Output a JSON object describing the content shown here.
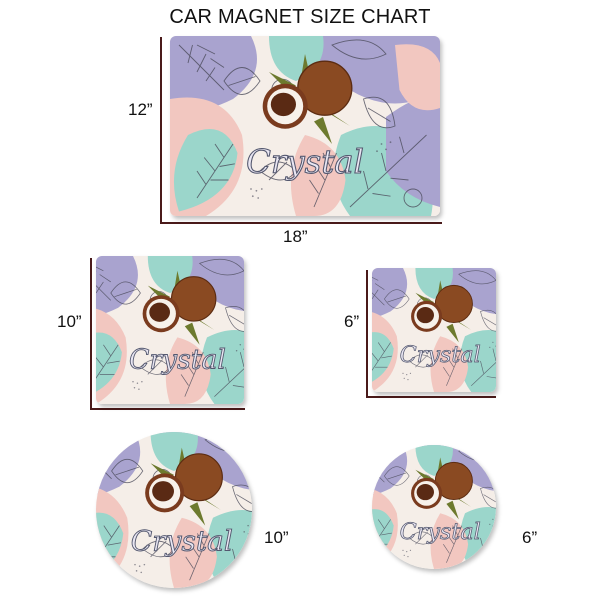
{
  "title": "CAR MAGNET SIZE CHART",
  "design": {
    "name_text": "Crystal",
    "motif": "coconut-tropical-leaves",
    "colors": {
      "lavender": "#a9a3cf",
      "mint": "#9bd6cb",
      "blush": "#f2c7c0",
      "cream": "#f5eee8",
      "coconut_brown": "#7a3b1e",
      "leaf_green": "#6d7a2e",
      "line": "#4b4b5a",
      "dimension_line": "#4a1a1a"
    }
  },
  "magnets": [
    {
      "shape": "rectangle",
      "height_label": "12”",
      "width_label": "18”"
    },
    {
      "shape": "square",
      "size_label": "10”"
    },
    {
      "shape": "square",
      "size_label": "6”"
    },
    {
      "shape": "circle",
      "size_label": "10”"
    },
    {
      "shape": "circle",
      "size_label": "6”"
    }
  ]
}
